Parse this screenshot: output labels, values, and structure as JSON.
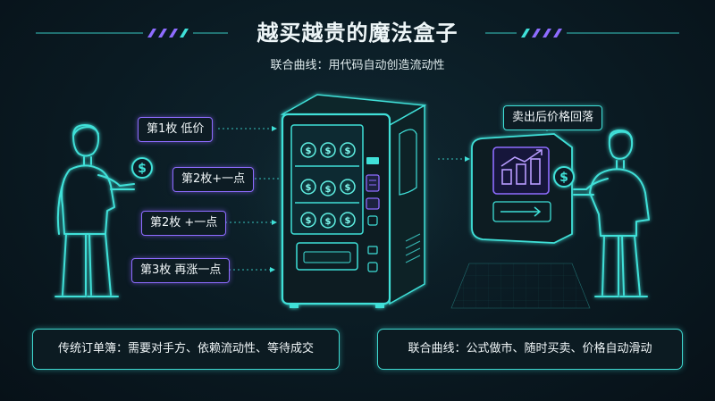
{
  "title": "越买越贵的魔法盒子",
  "subtitle": "联合曲线：用代码自动创造流动性",
  "price_labels": [
    {
      "text": "第1枚 低价"
    },
    {
      "text": "第2枚+一点"
    },
    {
      "text": "第2枚 +一点"
    },
    {
      "text": "第3枚 再涨一点"
    }
  ],
  "sell_label": "卖出后价格回落",
  "bottom_left": "传统订单簿：需要对手方、依赖流动性、等待成交",
  "bottom_right": "联合曲线：公式做市、随时买卖、价格自动滑动",
  "icons": [
    "dollar-coin-icon",
    "chart-up-icon",
    "arrow-right-icon"
  ],
  "colors": {
    "accent_teal": "#3fe0d8",
    "accent_purple": "#8e6cff",
    "background": "#0a1a22"
  }
}
